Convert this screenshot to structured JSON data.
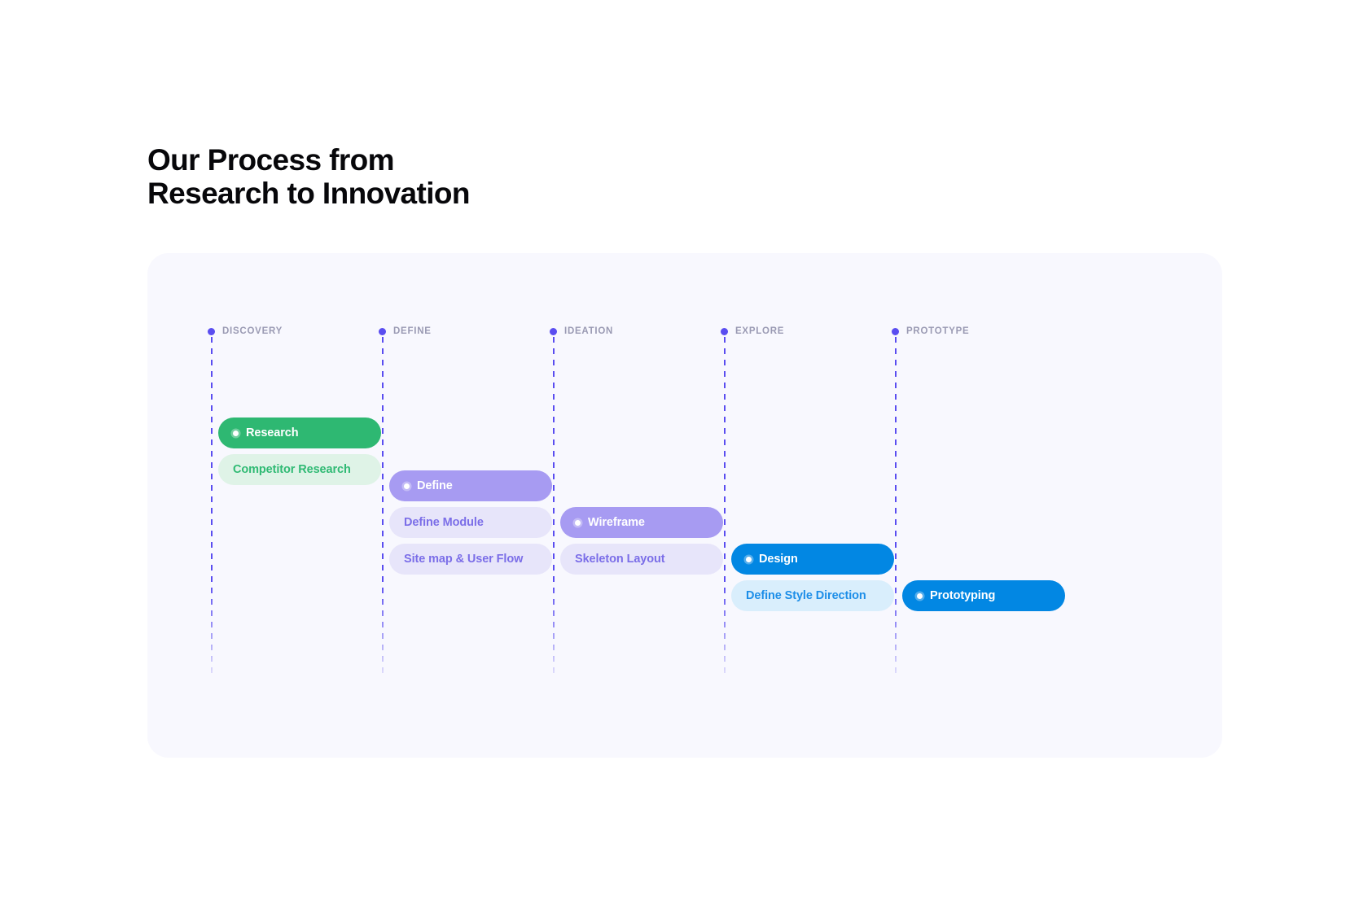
{
  "title": "Our Process from\nResearch to Innovation",
  "colors": {
    "panel_bg": "#f8f8fe",
    "rail": "#5a4df0",
    "stage_label": "#9a9ab3",
    "green_solid": "#2eb872",
    "green_soft_bg": "#dff3e7",
    "green_soft_text": "#30ba74",
    "purple_solid": "#a79bf2",
    "purple_soft_bg": "#e7e5fa",
    "purple_soft_text": "#7b6ee8",
    "blue_solid": "#0287e3",
    "blue_soft_bg": "#d9eefc",
    "blue_soft_text": "#1d8ee8"
  },
  "stages": [
    {
      "label": "DISCOVERY",
      "items": [
        {
          "label": "Research",
          "style": "solid-green",
          "bullet": true,
          "row": 0
        },
        {
          "label": "Competitor Research",
          "style": "soft-green",
          "bullet": false,
          "row": 1
        }
      ]
    },
    {
      "label": "DEFINE",
      "items": [
        {
          "label": "Define",
          "style": "solid-purple",
          "bullet": true,
          "row": 2
        },
        {
          "label": "Define Module",
          "style": "soft-purple",
          "bullet": false,
          "row": 3
        },
        {
          "label": "Site map & User Flow",
          "style": "soft-purple",
          "bullet": false,
          "row": 4
        }
      ]
    },
    {
      "label": "IDEATION",
      "items": [
        {
          "label": "Wireframe",
          "style": "solid-purple",
          "bullet": true,
          "row": 3
        },
        {
          "label": "Skeleton Layout",
          "style": "soft-purple",
          "bullet": false,
          "row": 4
        }
      ]
    },
    {
      "label": "EXPLORE",
      "items": [
        {
          "label": "Design",
          "style": "solid-blue",
          "bullet": true,
          "row": 4
        },
        {
          "label": "Define Style Direction",
          "style": "soft-blue",
          "bullet": false,
          "row": 5
        }
      ]
    },
    {
      "label": "PROTOTYPE",
      "items": [
        {
          "label": "Prototyping",
          "style": "solid-blue",
          "bullet": true,
          "row": 5
        }
      ]
    }
  ]
}
